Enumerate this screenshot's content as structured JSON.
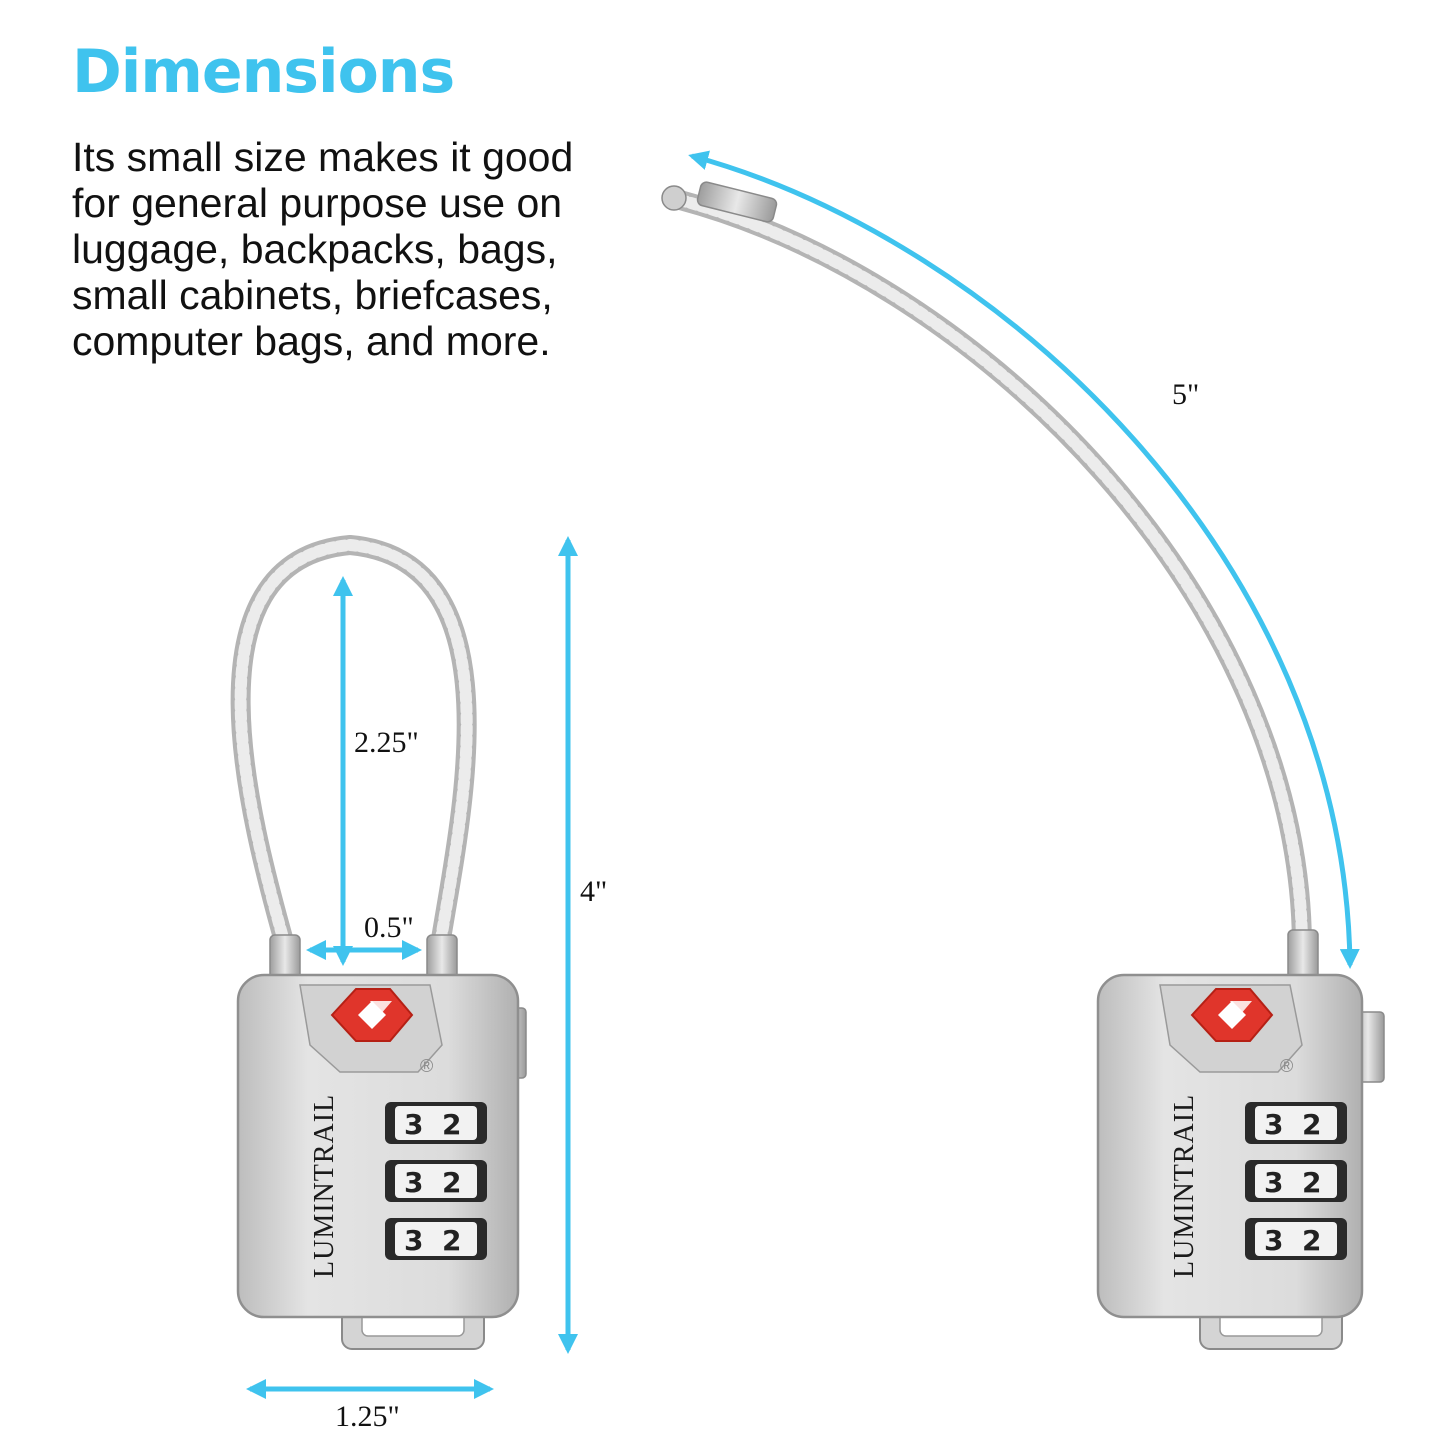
{
  "heading": "Dimensions",
  "description": "Its small size makes it good for general purpose use on luggage, backpacks, bags, small cabinets, briefcases, computer bags, and more.",
  "colors": {
    "heading": "#3fc3ee",
    "arrow": "#3fc3ee",
    "lock_body": "#d9d9d9",
    "tsa_logo": "#e0352b"
  },
  "dimensions": {
    "cable_height": "2.25\"",
    "cable_gap": "0.5\"",
    "total_height": "4\"",
    "body_width": "1.25\"",
    "cable_length": "5\""
  },
  "lock": {
    "brand": "LUMINTRAIL",
    "registered_mark": "®",
    "dial_rows": [
      [
        "3",
        "2"
      ],
      [
        "3",
        "2"
      ],
      [
        "3",
        "2"
      ]
    ]
  }
}
